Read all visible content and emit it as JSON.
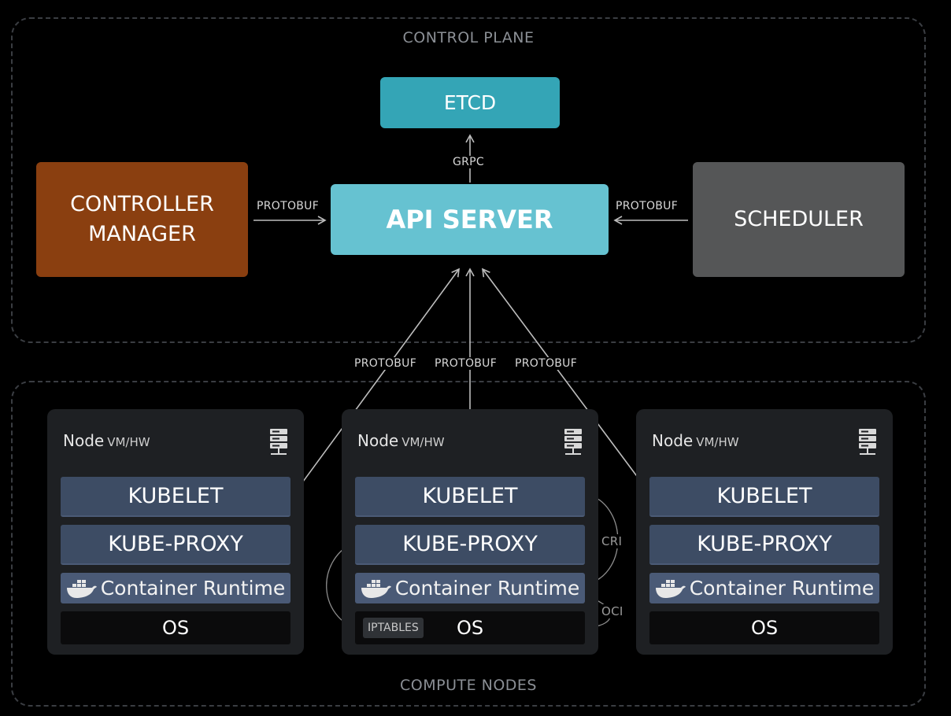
{
  "control_plane": {
    "title": "CONTROL PLANE",
    "etcd": "ETCD",
    "api_server": "API SERVER",
    "controller_manager": "CONTROLLER\nMANAGER",
    "scheduler": "SCHEDULER",
    "edges": {
      "grpc": "GRPC",
      "ctrl_to_api": "PROTOBUF",
      "sched_to_api": "PROTOBUF"
    }
  },
  "node_edges": {
    "left": "PROTOBUF",
    "middle": "PROTOBUF",
    "right": "PROTOBUF"
  },
  "compute": {
    "title": "COMPUTE NODES",
    "nodes": [
      {
        "title": "Node",
        "subtitle": "VM/HW",
        "kubelet": "KUBELET",
        "kube_proxy": "KUBE-PROXY",
        "runtime": "Container Runtime",
        "os": "OS"
      },
      {
        "title": "Node",
        "subtitle": "VM/HW",
        "kubelet": "KUBELET",
        "kube_proxy": "KUBE-PROXY",
        "runtime": "Container Runtime",
        "os": "OS",
        "iptables": "IPTABLES",
        "cri": "CRI",
        "oci": "OCI"
      },
      {
        "title": "Node",
        "subtitle": "VM/HW",
        "kubelet": "KUBELET",
        "kube_proxy": "KUBE-PROXY",
        "runtime": "Container Runtime",
        "os": "OS"
      }
    ]
  },
  "icons": {
    "server": "server-rack-icon",
    "runtime": "docker-whale-icon"
  },
  "colors": {
    "etcd": "#34a5b6",
    "api_server": "#66c2d1",
    "controller_manager": "#8a3f10",
    "scheduler": "#555657",
    "layer": "#3d4c64"
  }
}
